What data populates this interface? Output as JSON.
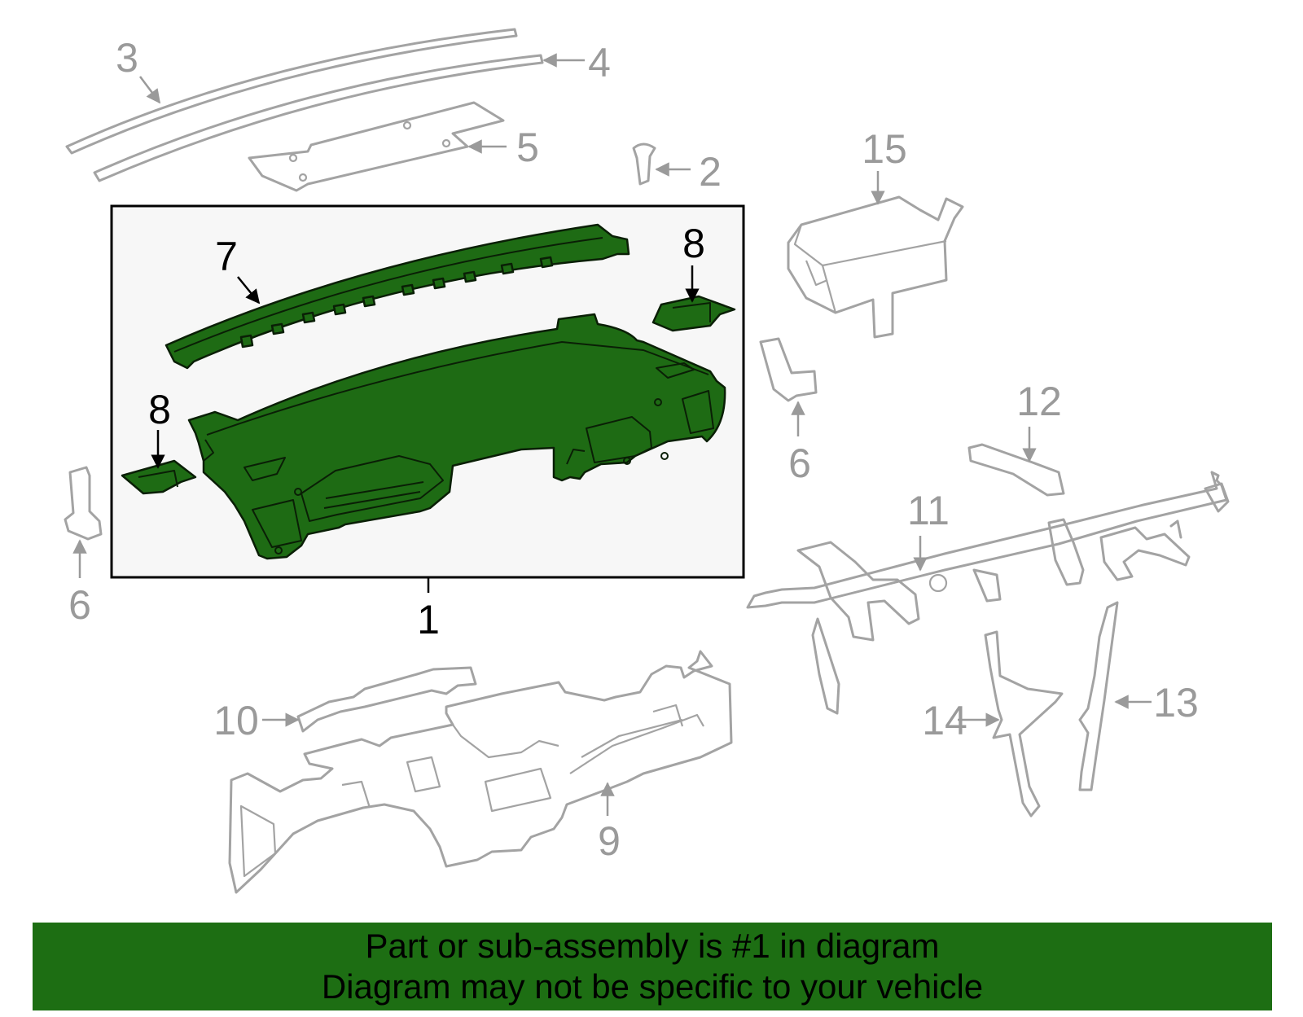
{
  "callouts": {
    "c1": "1",
    "c2": "2",
    "c3": "3",
    "c4": "4",
    "c5": "5",
    "c6a": "6",
    "c6b": "6",
    "c7": "7",
    "c8a": "8",
    "c8b": "8",
    "c9": "9",
    "c10": "10",
    "c11": "11",
    "c12": "12",
    "c13": "13",
    "c14": "14",
    "c15": "15"
  },
  "banner": {
    "line1": "Part or sub-assembly is #1 in diagram",
    "line2": "Diagram may not be specific to your vehicle"
  },
  "colors": {
    "highlight_green": "#1e6b14",
    "banner_green": "#1d6e13",
    "part_gray": "#a3a3a3",
    "box_background": "#f7f7f7"
  }
}
